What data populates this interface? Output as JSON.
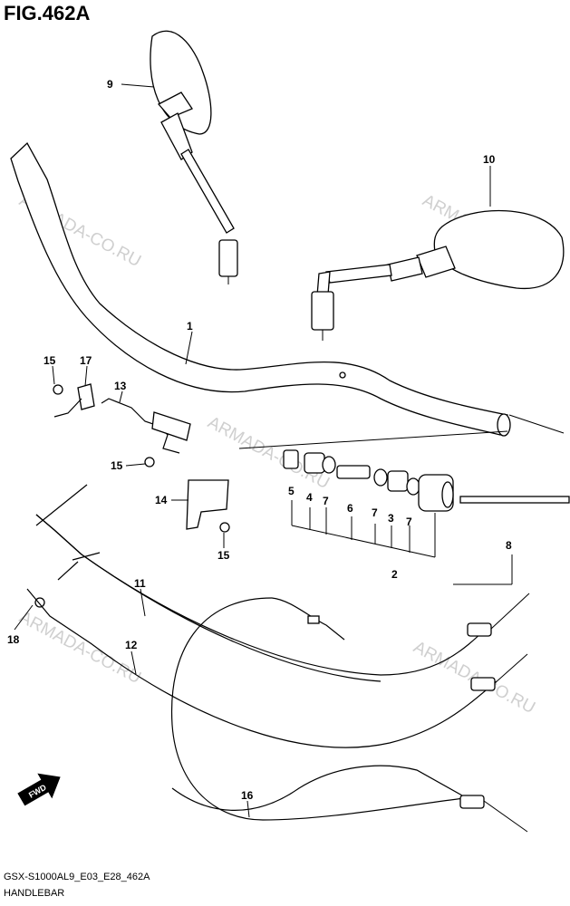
{
  "header": {
    "figure_title": "FIG.462A"
  },
  "footer": {
    "model_code": "GSX-S1000AL9_E03_E28_462A",
    "section_name": "HANDLEBAR"
  },
  "watermark": {
    "text": "ARMADA-CO.RU",
    "color": "#cfcfcf"
  },
  "fwd_badge": {
    "label": "FWD"
  },
  "callouts": [
    "1",
    "2",
    "3",
    "4",
    "5",
    "6",
    "7",
    "7",
    "7",
    "8",
    "9",
    "10",
    "11",
    "12",
    "13",
    "14",
    "15",
    "15",
    "15",
    "16",
    "17",
    "18"
  ]
}
